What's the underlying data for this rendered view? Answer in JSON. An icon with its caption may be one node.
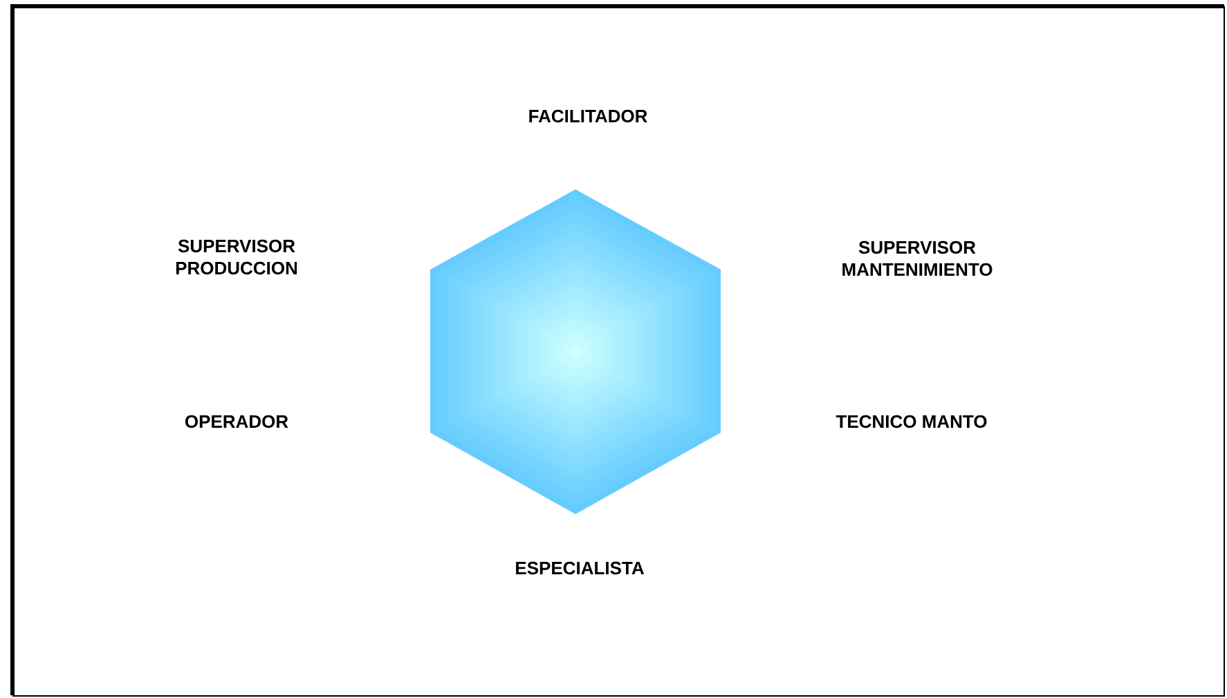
{
  "diagram": {
    "labels": [
      "FACILITADOR",
      "SUPERVISOR PRODUCCION",
      "SUPERVISOR MANTENIMIENTO",
      "OPERADOR",
      "TECNICO MANTO",
      "ESPECIALISTA"
    ]
  }
}
